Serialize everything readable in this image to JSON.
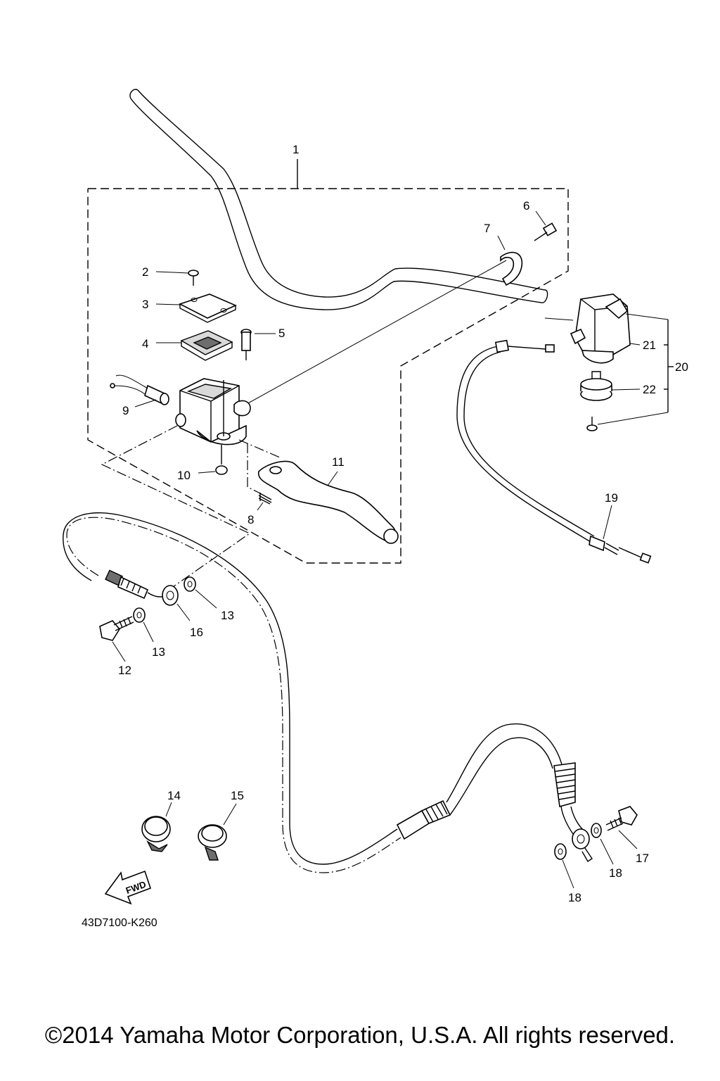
{
  "diagram": {
    "code": "43D7100-K260",
    "fwd_arrow_label": "FWD",
    "callouts": {
      "c1": "1",
      "c2": "2",
      "c3": "3",
      "c4": "4",
      "c5": "5",
      "c6": "6",
      "c7": "7",
      "c8": "8",
      "c9": "9",
      "c10": "10",
      "c11": "11",
      "c12": "12",
      "c13a": "13",
      "c13b": "13",
      "c14": "14",
      "c15": "15",
      "c16": "16",
      "c17": "17",
      "c18a": "18",
      "c18b": "18",
      "c19": "19",
      "c20": "20",
      "c21": "21",
      "c22": "22"
    }
  },
  "footer": {
    "copyright": "©2014 Yamaha Motor Corporation, U.S.A. All rights reserved."
  }
}
